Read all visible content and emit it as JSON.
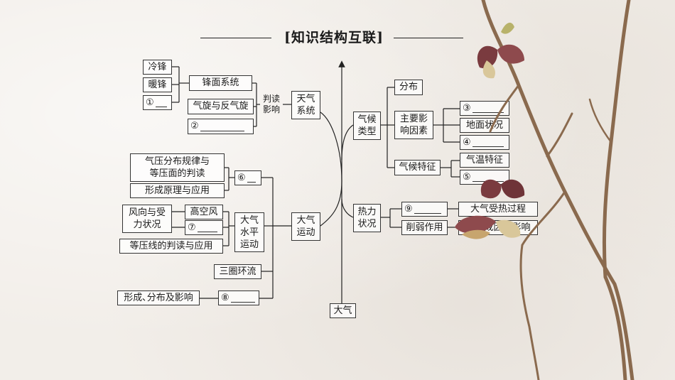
{
  "title": "[知识结构互联]",
  "nodes": {
    "root": "大气",
    "weather_system": "天气\n系统",
    "judge_influence": "判读\n影响",
    "front_system": "锋面系统",
    "cold_front": "冷锋",
    "warm_front": "暖锋",
    "blank_1": "①",
    "cyclone": "气旋与反气旋",
    "blank_2": "②",
    "climate_type": "气候\n类型",
    "distribution": "分布",
    "main_factors": "主要影\n响因素",
    "blank_3": "③",
    "surface": "地面状况",
    "blank_4": "④",
    "climate_features": "气候特征",
    "temp_features": "气温特征",
    "blank_5": "⑤",
    "heat_status": "热力\n状况",
    "blank_9": "⑨",
    "heating_process": "大气受热过程",
    "weakening": "削弱作用",
    "inversion": "逆温成因与影响",
    "atm_motion": "大气\n运动",
    "blank_6": "⑥",
    "pressure_law": "气压分布规律与\n等压面的判读",
    "formation_use": "形成原理与应用",
    "horizontal": "大气\n水平\n运动",
    "high_wind": "高空风",
    "wind_force": "风向与受\n力状况",
    "blank_7": "⑦",
    "isobar": "等压线的判读与应用",
    "three_circle": "三圈环流",
    "blank_8": "⑧",
    "formation_dist": "形成､分布及影响"
  }
}
